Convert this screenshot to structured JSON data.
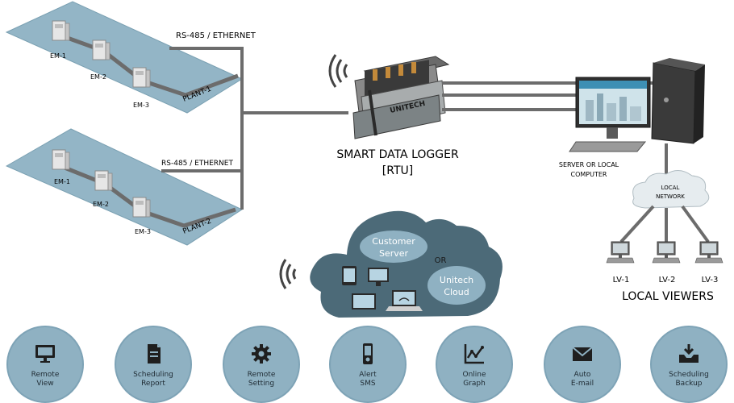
{
  "plant1": {
    "link_label": "RS-485 / ETHERNET",
    "meters": [
      "EM-1",
      "EM-2",
      "EM-3"
    ],
    "plant_label": "PLANT-1"
  },
  "plant2": {
    "link_label": "RS-485 / ETHERNET",
    "meters": [
      "EM-1",
      "EM-2",
      "EM-3"
    ],
    "plant_label": "PLANT-2"
  },
  "logger": {
    "brand": "UNITECH",
    "title_line1": "SMART DATA LOGGER",
    "title_line2": "[RTU]"
  },
  "server": {
    "line1": "SERVER OR LOCAL",
    "line2": "COMPUTER"
  },
  "network": {
    "line1": "LOCAL",
    "line2": "NETWORK"
  },
  "viewers": {
    "items": [
      "LV-1",
      "LV-2",
      "LV-3"
    ],
    "title": "LOCAL VIEWERS"
  },
  "cloud": {
    "customer_line1": "Customer",
    "customer_line2": "Server",
    "or": "OR",
    "unitech_line1": "Unitech",
    "unitech_line2": "Cloud"
  },
  "features": [
    {
      "icon": "monitor-icon",
      "line1": "Remote",
      "line2": "View"
    },
    {
      "icon": "report-icon",
      "line1": "Scheduling",
      "line2": "Report"
    },
    {
      "icon": "gear-icon",
      "line1": "Remote",
      "line2": "Setting"
    },
    {
      "icon": "phone-icon",
      "line1": "Alert",
      "line2": "SMS"
    },
    {
      "icon": "graph-icon",
      "line1": "Online",
      "line2": "Graph"
    },
    {
      "icon": "envelope-icon",
      "line1": "Auto",
      "line2": "E-mail"
    },
    {
      "icon": "backup-icon",
      "line1": "Scheduling",
      "line2": "Backup"
    }
  ],
  "colors": {
    "plant_fill": "#93b5c6",
    "cable": "#6c6c6c",
    "cloud": "#4c6a78",
    "circle": "#8fb1c2"
  }
}
